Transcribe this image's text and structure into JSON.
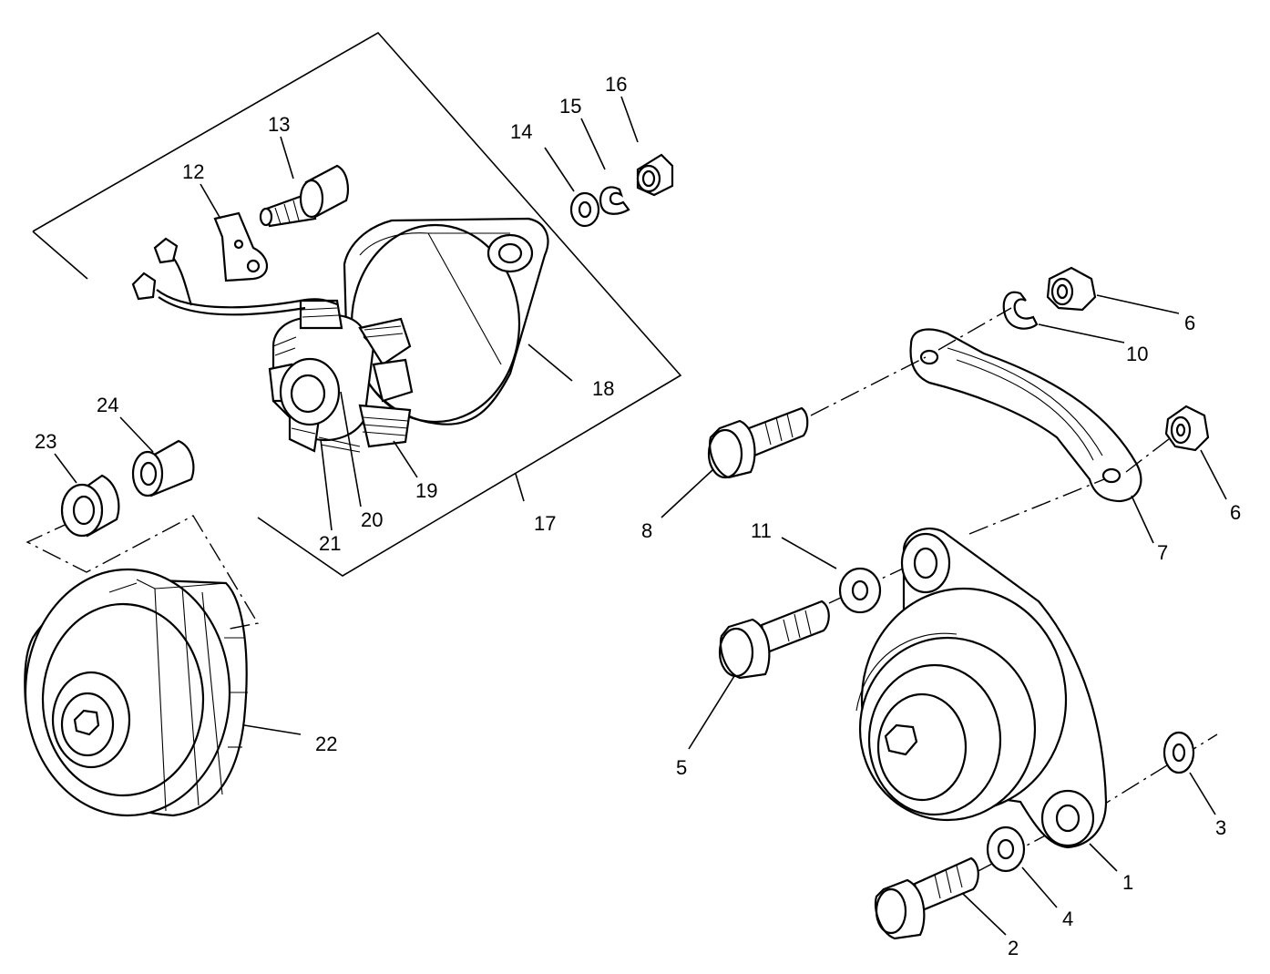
{
  "callouts": {
    "c1": "1",
    "c2": "2",
    "c3": "3",
    "c4": "4",
    "c5": "5",
    "c6a": "6",
    "c6b": "6",
    "c7": "7",
    "c8": "8",
    "c10": "10",
    "c11": "11",
    "c12": "12",
    "c13": "13",
    "c14": "14",
    "c15": "15",
    "c16": "16",
    "c17": "17",
    "c18": "18",
    "c19": "19",
    "c20": "20",
    "c21": "21",
    "c22": "22",
    "c23": "23",
    "c24": "24"
  }
}
